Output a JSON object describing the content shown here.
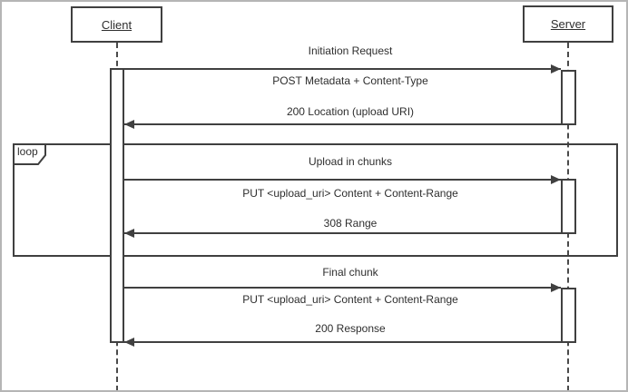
{
  "diagram": {
    "type": "sequence",
    "actors": [
      {
        "label": "Client"
      },
      {
        "label": "Server"
      }
    ],
    "loop_label": "loop",
    "sections": [
      {
        "title": "Initiation Request",
        "request": "POST Metadata + Content-Type",
        "response": "200 Location (upload URI)"
      },
      {
        "title": "Upload in chunks",
        "request": "PUT <upload_uri> Content + Content-Range",
        "response": "308 Range"
      },
      {
        "title": "Final chunk",
        "request": "PUT <upload_uri> Content + Content-Range",
        "response": "200 Response"
      }
    ],
    "colors": {
      "line": "#404040",
      "text": "#2e2e2e",
      "outer_border": "#b5b5b5",
      "background": "#ffffff"
    }
  }
}
